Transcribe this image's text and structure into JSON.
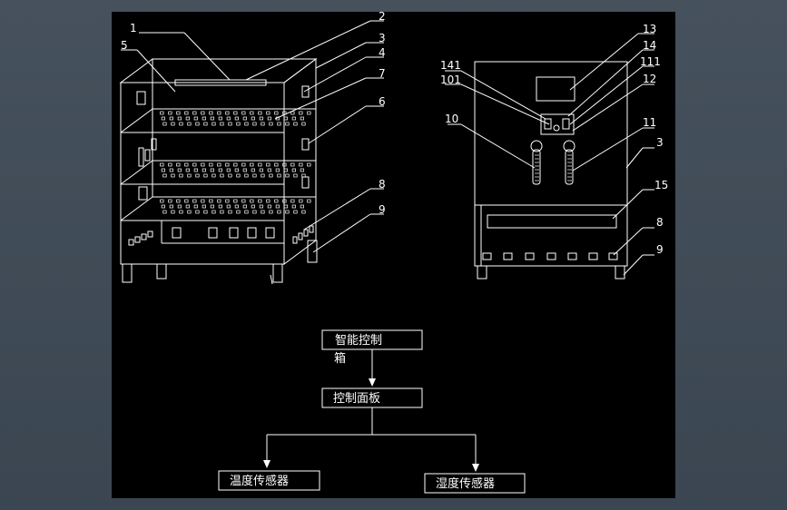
{
  "part_labels_left": [
    "1",
    "2",
    "5",
    "3",
    "4",
    "7",
    "6",
    "8",
    "9"
  ],
  "part_labels_right": [
    "13",
    "141",
    "14",
    "101",
    "111",
    "12",
    "10",
    "11",
    "3",
    "15",
    "8",
    "9"
  ],
  "flowchart": {
    "box1_line1": "智能控制",
    "box1_line2": "箱",
    "box2": "控制面板",
    "box3": "温度传感器",
    "box4": "湿度传感器"
  },
  "colors": {
    "background": "#3e4a56",
    "canvas": "#000000",
    "lines": "#ffffff"
  }
}
